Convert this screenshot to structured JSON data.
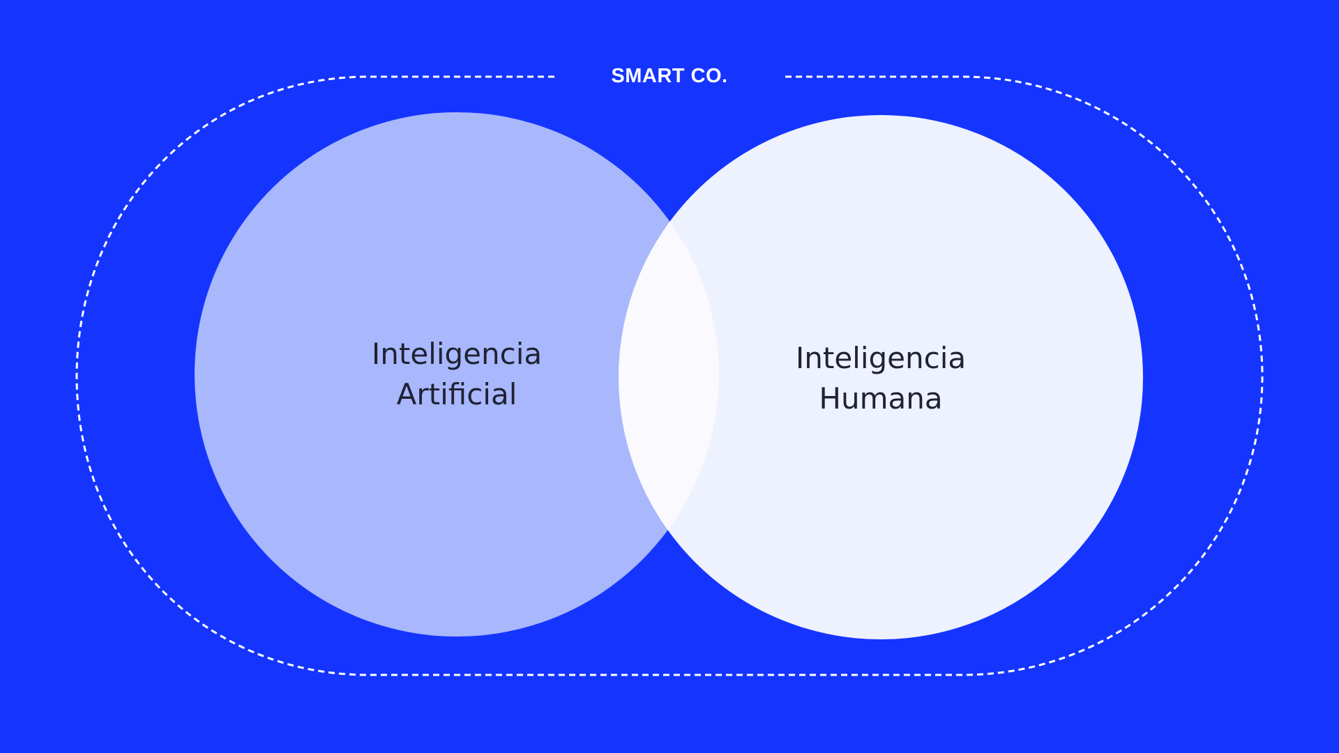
{
  "diagram": {
    "brand": "SMART CO.",
    "circles": [
      {
        "id": "artificial",
        "label_line1": "Inteligencia",
        "label_line2": "Artificial",
        "fill": "#A9B7FC"
      },
      {
        "id": "human",
        "label_line1": "Inteligencia",
        "label_line2": "Humana",
        "fill": "#EEF1FE"
      }
    ],
    "intersection_fill": "#F9F9FE"
  },
  "colors": {
    "background": "#1535FF",
    "border": "#FFFFFF",
    "text_dark": "#1F2233"
  }
}
